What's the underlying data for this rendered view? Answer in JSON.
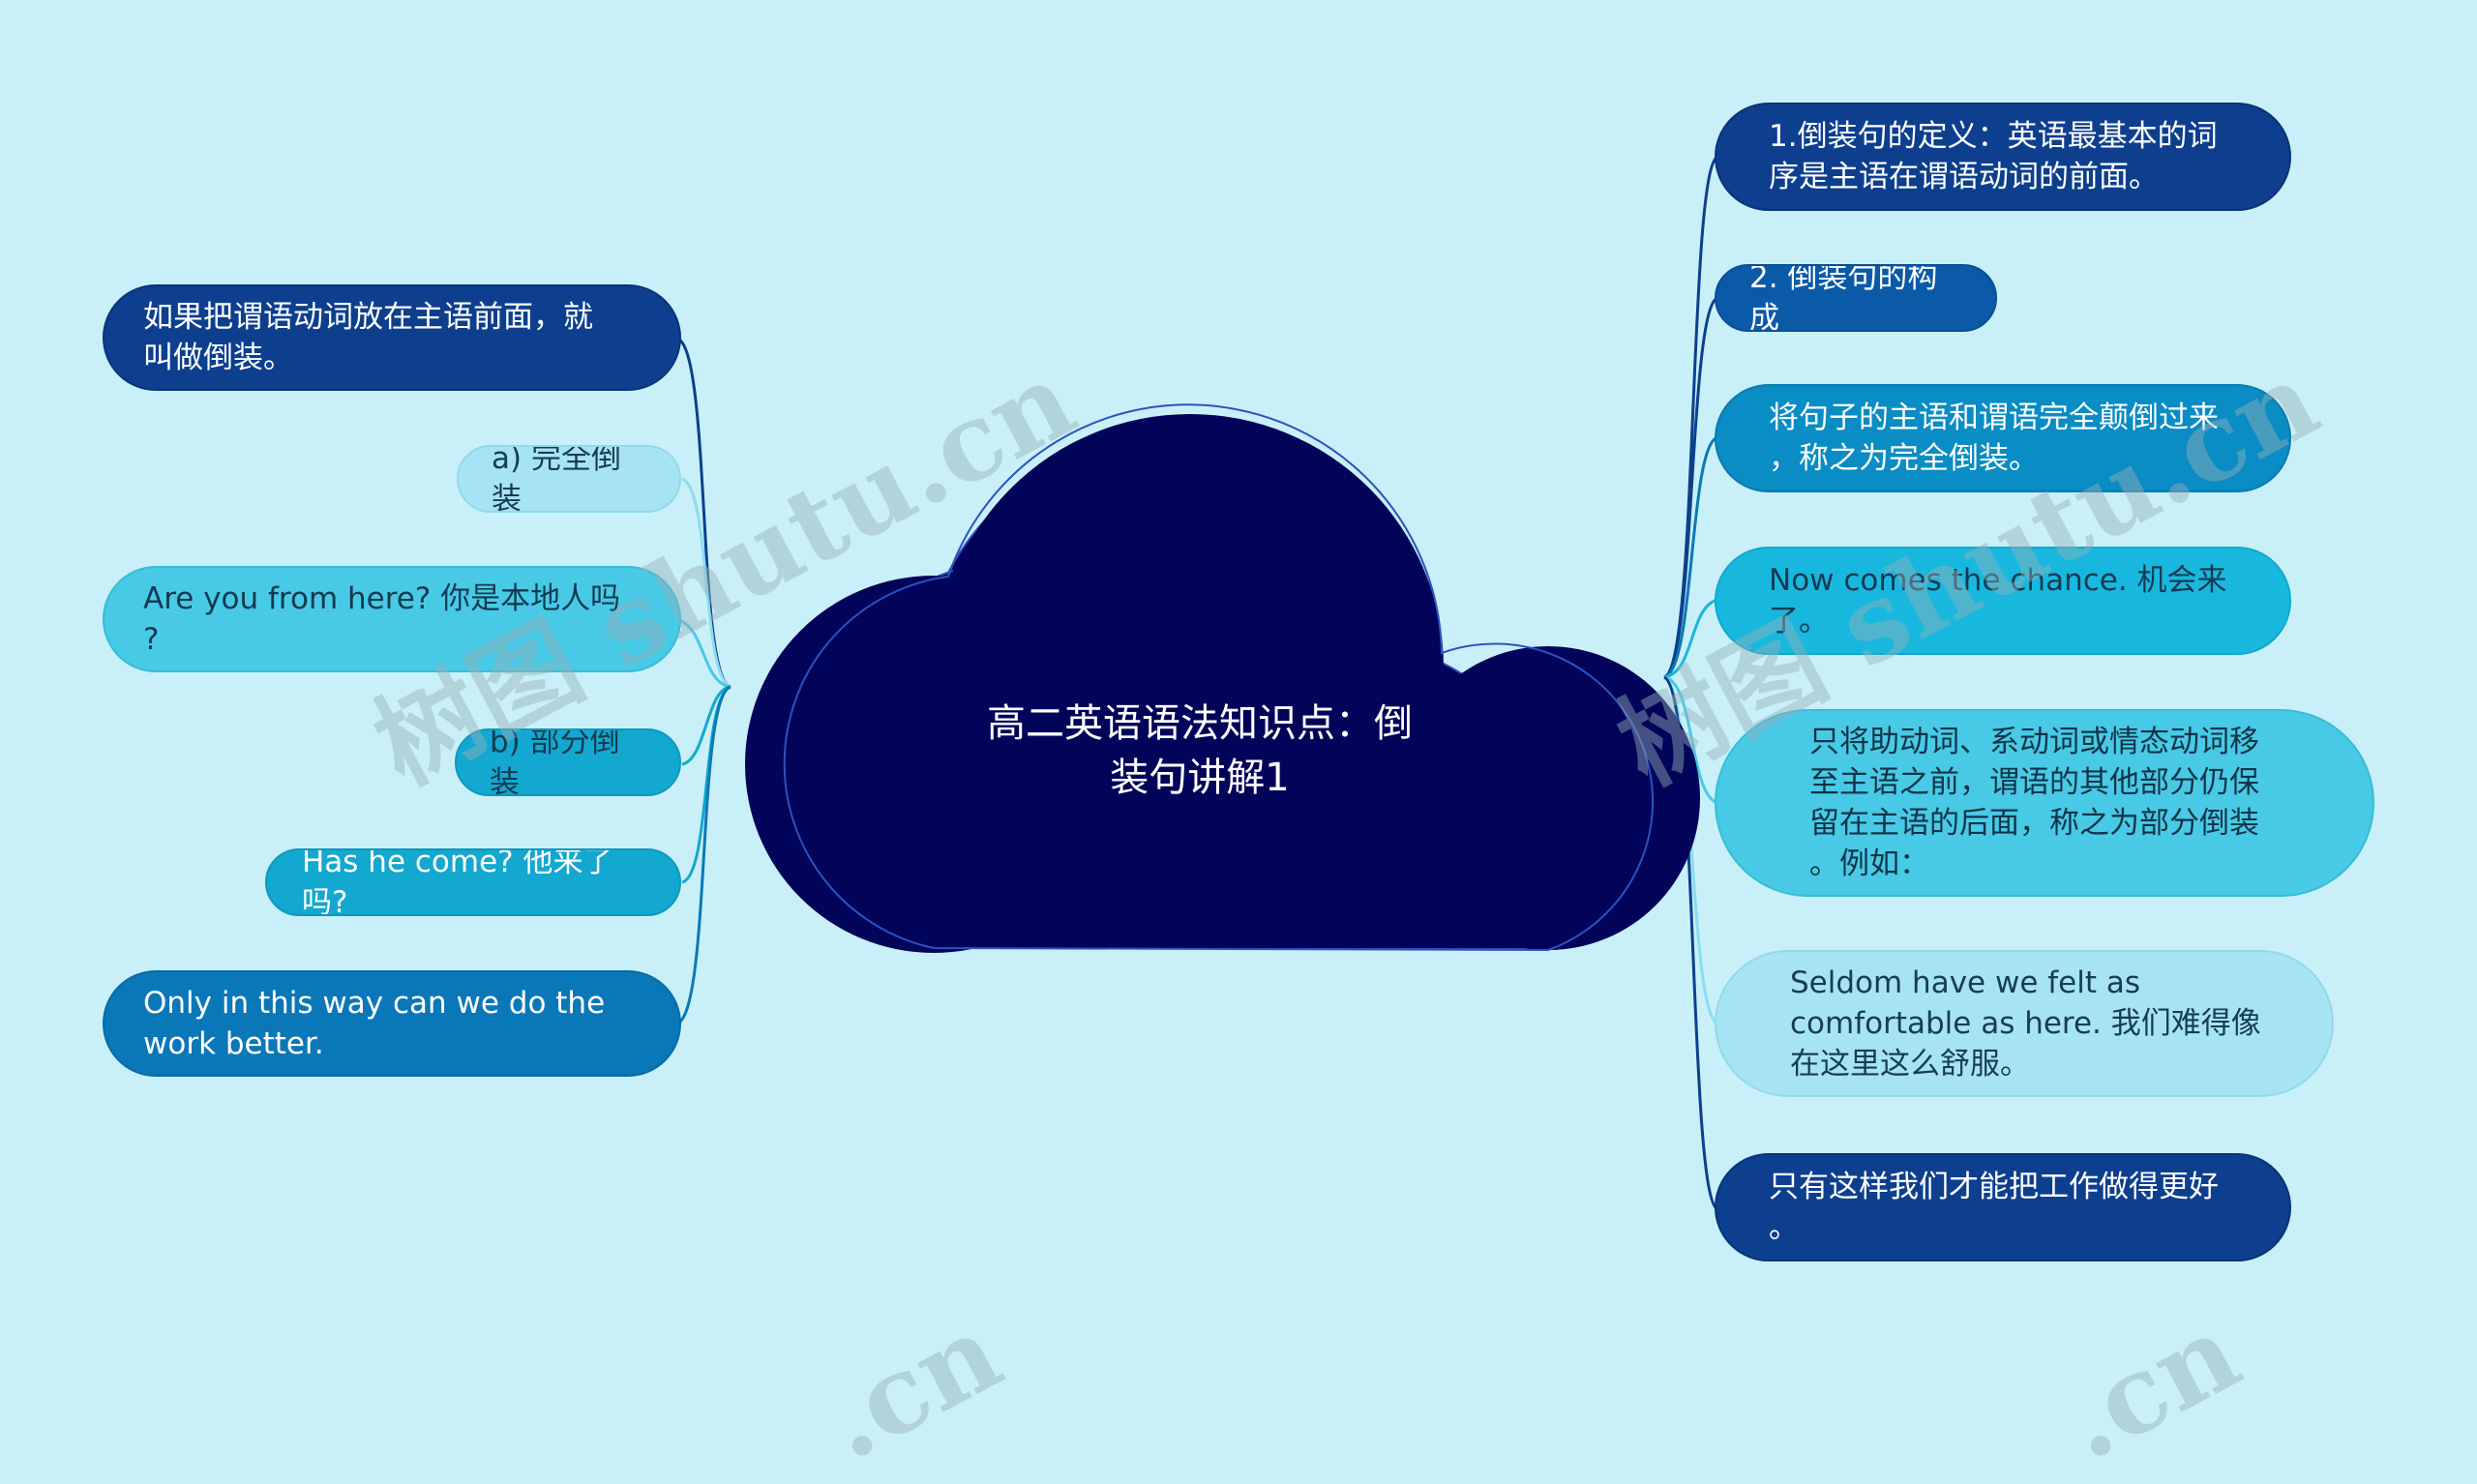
{
  "center": {
    "title": "高二英语语法知识点：倒\n装句讲解1"
  },
  "left_nodes": [
    {
      "id": "l1",
      "text": "如果把谓语动词放在主语前面，就\n叫做倒装。"
    },
    {
      "id": "l2",
      "text": "a) 完全倒装"
    },
    {
      "id": "l3",
      "text": "Are you from here? 你是本地人吗\n?"
    },
    {
      "id": "l4",
      "text": "b) 部分倒装"
    },
    {
      "id": "l5",
      "text": "Has he come? 他来了吗?"
    },
    {
      "id": "l6",
      "text": "Only in this way can we do the\nwork better."
    }
  ],
  "right_nodes": [
    {
      "id": "r1",
      "text": "1.倒装句的定义：英语最基本的词\n序是主语在谓语动词的前面。"
    },
    {
      "id": "r2",
      "text": "2. 倒装句的构成"
    },
    {
      "id": "r3",
      "text": "将句子的主语和谓语完全颠倒过来\n，称之为完全倒装。"
    },
    {
      "id": "r4",
      "text": "Now comes the chance. 机会来\n了。"
    },
    {
      "id": "r5",
      "text": "只将助动词、系动词或情态动词移\n至主语之前，谓语的其他部分仍保\n留在主语的后面，称之为部分倒装\n。例如："
    },
    {
      "id": "r6",
      "text": "Seldom have we felt as\ncomfortable as here. 我们难得像\n在这里这么舒服。"
    },
    {
      "id": "r7",
      "text": "只有这样我们才能把工作做得更好\n。"
    }
  ],
  "watermarks": [
    "树图 shutu.cn",
    "树图 shutu.cn",
    ".cn",
    ".cn"
  ],
  "colors": {
    "background": "#c9f0f8",
    "cloud": "#02045a",
    "dark_node": "#0d3f8e",
    "mid_node": "#0a78b8",
    "light_node": "#48cae6"
  }
}
